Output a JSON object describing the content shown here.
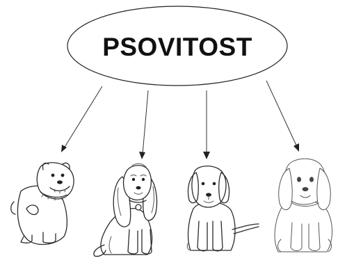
{
  "diagram": {
    "title": "PSOVITOST",
    "colors": {
      "ink": "#2a2a2a",
      "background": "#ffffff"
    },
    "nodes": [
      {
        "id": "bulldog",
        "icon": "bulldog-illustration"
      },
      {
        "id": "spaniel",
        "icon": "cocker-spaniel-illustration"
      },
      {
        "id": "beagle",
        "icon": "beagle-puppy-illustration"
      },
      {
        "id": "hound",
        "icon": "floppy-ear-puppy-illustration"
      }
    ]
  }
}
